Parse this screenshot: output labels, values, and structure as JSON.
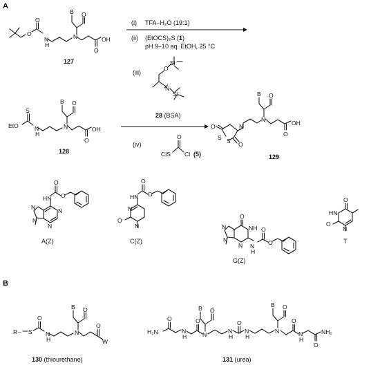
{
  "panels": {
    "a": "A",
    "b": "B"
  },
  "atoms": {
    "O": "O",
    "N": "N",
    "H": "H",
    "NH": "NH",
    "HN": "HN",
    "OH": "OH",
    "B": "B",
    "S": "S",
    "Si": "Si",
    "W": "W",
    "EtO": "EtO",
    "ClS": "ClS",
    "Cl": "Cl",
    "H2N": "H₂N",
    "NH2": "NH₂",
    "R": "R"
  },
  "step1": {
    "i": "(i)",
    "i_text": "TFA–H₂O (19:1)",
    "ii": "(ii)",
    "ii_text_1": "(EtOCS)₂S (",
    "ii_ref": "1",
    "ii_text_2": ")",
    "ii_cond": "pH 9–10 aq. EtOH, 25 °C"
  },
  "step2": {
    "iii": "(iii)",
    "reagent_num": "28",
    "reagent_name": " (BSA)",
    "iv": "(iv)",
    "iv_ref": "(5)"
  },
  "compounds": {
    "c127": "127",
    "c128": "128",
    "c129": "129",
    "c130": "130",
    "c130_desc": " (thiourethane)",
    "c131": "131",
    "c131_desc": " (urea)"
  },
  "bases": {
    "A": "A(Z)",
    "C": "C(Z)",
    "G": "G(Z)",
    "T": "T"
  }
}
